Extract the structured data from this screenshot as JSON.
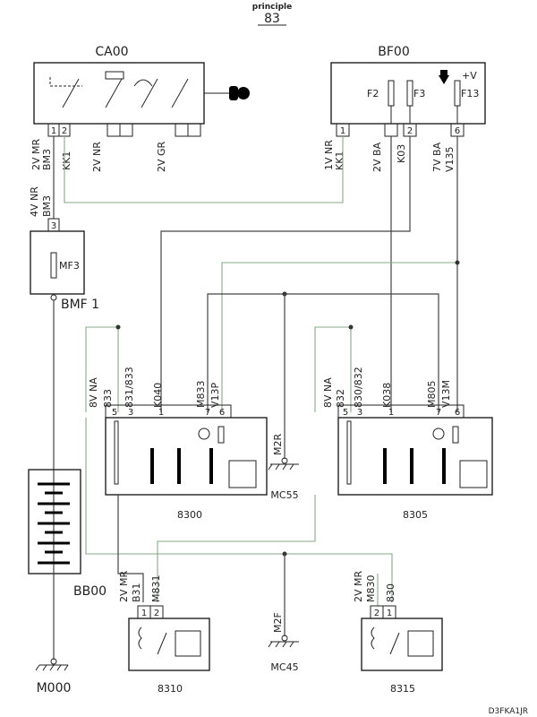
{
  "header": {
    "title": "principle",
    "page": "83"
  },
  "components": {
    "ca00": {
      "label": "CA00",
      "pins": [
        "1",
        "2"
      ]
    },
    "bf00": {
      "label": "BF00",
      "fuses": [
        "F2",
        "F3",
        "F13"
      ],
      "supply": "+V",
      "pins": [
        "1",
        "2",
        "6"
      ]
    },
    "mf3": {
      "label": "MF3",
      "pin": "3"
    },
    "bmf1": {
      "label": "BMF 1"
    },
    "bb00": {
      "label": "BB00"
    },
    "m000": {
      "label": "M000"
    },
    "u8300": {
      "label": "8300",
      "pins": [
        "5",
        "3",
        "1",
        "7",
        "6"
      ]
    },
    "u8305": {
      "label": "8305",
      "pins": [
        "5",
        "3",
        "1",
        "7",
        "6"
      ]
    },
    "u8310": {
      "label": "8310",
      "pins": [
        "1",
        "2"
      ]
    },
    "u8315": {
      "label": "8315",
      "pins": [
        "2",
        "1"
      ]
    },
    "mc55": {
      "label": "MC55"
    },
    "mc45": {
      "label": "MC45"
    }
  },
  "wires": {
    "ca00_left": [
      "2V MR",
      "BM3",
      "KK1"
    ],
    "ca00_nr": "2V NR",
    "ca00_gr": "2V GR",
    "bf00_p1": [
      "1V NR",
      "KK1"
    ],
    "bf00_ba": "2V BA",
    "bf00_k03": "K03",
    "bf00_p6": [
      "7V BA",
      "V135"
    ],
    "mf3_in": [
      "4V NR",
      "BM3"
    ],
    "u8300_in": [
      "8V NA",
      "833",
      "831/833",
      "K040",
      "M833",
      "V13P"
    ],
    "u8305_in": [
      "8V NA",
      "832",
      "830/832",
      "K038",
      "M805",
      "V13M"
    ],
    "m2r": "M2R",
    "m2f": "M2F",
    "u8310_in": [
      "2V MR",
      "B31",
      "M831"
    ],
    "u8315_in": [
      "2V MR",
      "M830",
      "830"
    ]
  },
  "footer": {
    "code": "D3FKA1JR"
  }
}
